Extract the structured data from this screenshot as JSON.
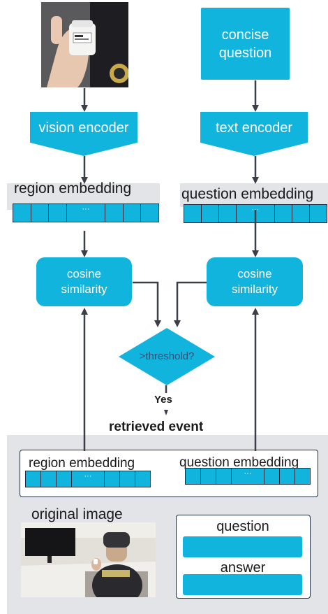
{
  "left_branch": {
    "encoder_label": "vision encoder",
    "embedding_label": "region embedding",
    "embedding_ellipsis": "···",
    "similarity_label": "cosine similarity"
  },
  "right_branch": {
    "question_label": "concise question",
    "encoder_label": "text encoder",
    "embedding_label": "question embedding",
    "embedding_ellipsis": "···",
    "similarity_label": "cosine similarity"
  },
  "decision": {
    "label": ">threshold?",
    "yes_label": "Yes"
  },
  "retrieved": {
    "title": "retrieved event",
    "region_embedding_label": "region embedding",
    "question_embedding_label": "question embedding",
    "ellipsis": "···",
    "original_image_label": "original image",
    "question_label": "question",
    "answer_label": "answer"
  },
  "colors": {
    "accent": "#10b4dc",
    "arrow": "#3a3f47",
    "panel": "#e2e4e8",
    "outline": "#1d2a40"
  }
}
